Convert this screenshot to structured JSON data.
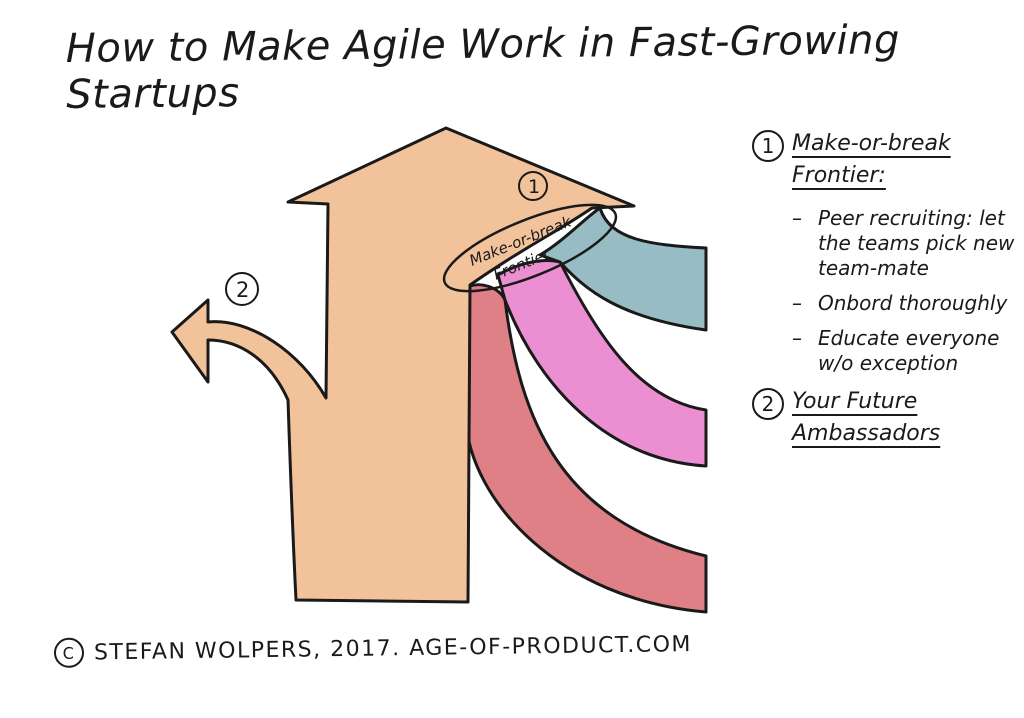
{
  "title": "How to Make Agile Work in Fast-Growing Startups",
  "diagram": {
    "marker_1": "1",
    "marker_2": "2",
    "frontier_line1": "Make-or-break",
    "frontier_line2": "Frontier"
  },
  "notes": {
    "section1": {
      "number": "1",
      "heading_line1": "Make-or-break",
      "heading_line2": "Frontier:",
      "bullets": [
        "Peer recruiting: let the teams pick new team-mate",
        "Onbord thoroughly",
        "Educate everyone w/o exception"
      ]
    },
    "section2": {
      "number": "2",
      "heading_line1": "Your Future",
      "heading_line2": "Ambassadors"
    }
  },
  "footer": {
    "copyright_symbol": "C",
    "text": "STEFAN WOLPERS, 2017. AGE-OF-PRODUCT.COM"
  },
  "colors": {
    "main_arrow": "#f2c39b",
    "blue_stream": "#97bcc3",
    "pink_stream": "#ec8fd2",
    "red_stream": "#df7f86",
    "outline": "#1a1a1a"
  }
}
